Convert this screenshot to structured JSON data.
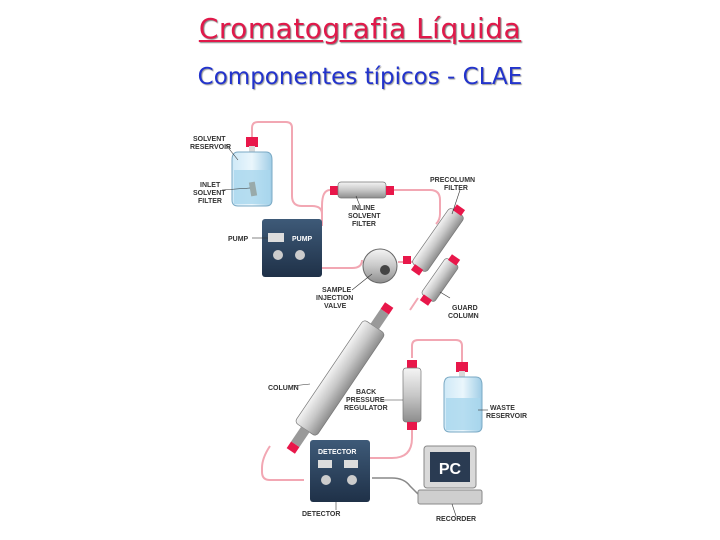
{
  "header": {
    "title": "Cromatografia Líquida",
    "subtitle": "Componentes típicos - CLAE"
  },
  "diagram": {
    "labels": {
      "solvent_reservoir_1": "SOLVENT",
      "solvent_reservoir_2": "RESERVOIR",
      "inlet_filter_1": "INLET",
      "inlet_filter_2": "SOLVENT",
      "inlet_filter_3": "FILTER",
      "pump": "PUMP",
      "pump_panel": "PUMP",
      "inline_filter_1": "INLINE",
      "inline_filter_2": "SOLVENT",
      "inline_filter_3": "FILTER",
      "precolumn_1": "PRECOLUMN",
      "precolumn_2": "FILTER",
      "valve_1": "SAMPLE",
      "valve_2": "INJECTION",
      "valve_3": "VALVE",
      "guard_1": "GUARD",
      "guard_2": "COLUMN",
      "column": "COLUMN",
      "bpr_1": "BACK",
      "bpr_2": "PRESSURE",
      "bpr_3": "REGULATOR",
      "waste_1": "WASTE",
      "waste_2": "RESERVOIR",
      "detector_panel": "DETECTOR",
      "detector": "DETECTOR",
      "pc_screen": "PC",
      "recorder": "RECORDER"
    },
    "colors": {
      "tubing": "#f2a7b3",
      "fitting": "#e8174a",
      "device": "#2e4763",
      "liquid": "#a9d7ee"
    }
  }
}
